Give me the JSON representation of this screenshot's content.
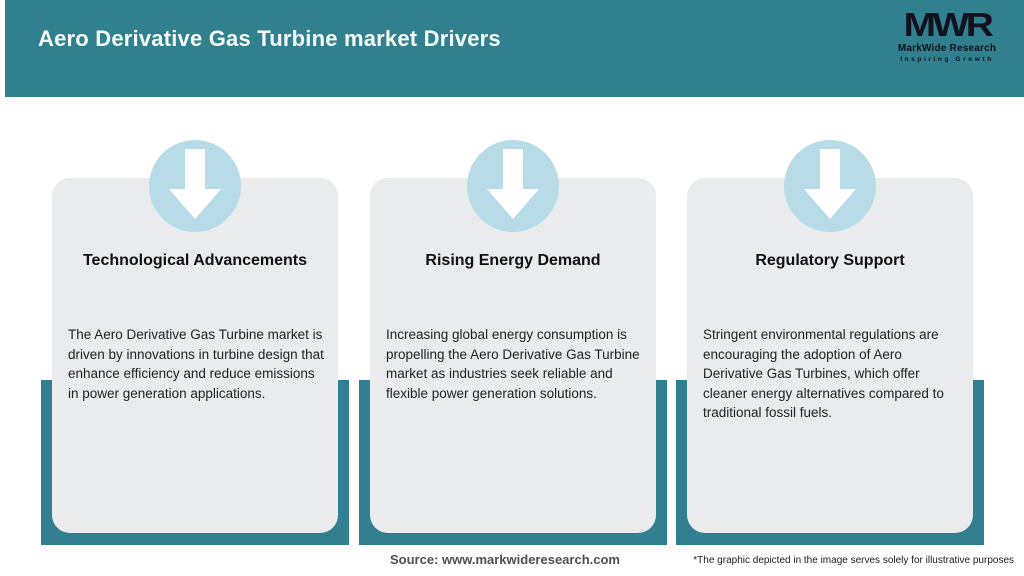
{
  "header": {
    "title": "Aero Derivative Gas Turbine market Drivers",
    "logo": {
      "mark": "MWR",
      "name": "MarkWide Research",
      "tagline": "Inspiring Growth"
    }
  },
  "cards": [
    {
      "title": "Technological Advancements",
      "body": "The Aero Derivative Gas Turbine market is driven by innovations in turbine design that enhance efficiency and reduce emissions in power generation applications."
    },
    {
      "title": "Rising Energy Demand",
      "body": "Increasing global energy consumption is propelling the Aero Derivative Gas Turbine market as industries seek reliable and flexible power generation solutions."
    },
    {
      "title": "Regulatory Support",
      "body": "Stringent environmental regulations are encouraging the adoption of Aero Derivative Gas Turbines, which offer cleaner energy alternatives compared to traditional fossil fuels."
    }
  ],
  "footer": {
    "source": "Source: www.markwideresearch.com",
    "disclaimer": "*The graphic depicted in the image serves solely for illustrative purposes"
  },
  "colors": {
    "header_teal": "#31808F",
    "backdrop_teal": "#337F92",
    "card_gray": "#E9EBEC",
    "circle_blue": "#B7DBE7",
    "arrow_white": "#FFFFFF",
    "title_white": "#F8FCFD"
  },
  "icons": {
    "arrow_down": "down-block-arrow"
  }
}
